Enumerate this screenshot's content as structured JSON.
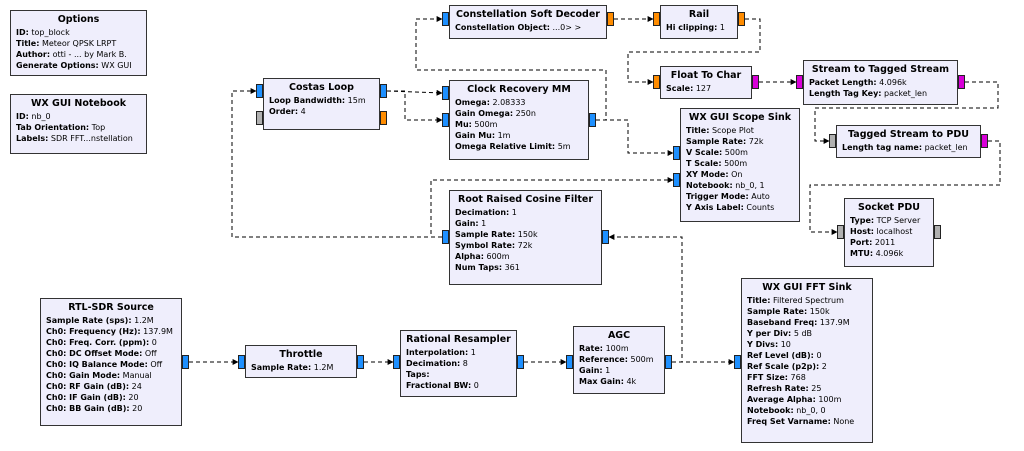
{
  "colors": {
    "block_fill": "#efeefc",
    "port_complex": "#1e90ff",
    "port_float": "#ff8c00",
    "port_byte": "#d800d8",
    "port_message": "#b0b0b0"
  },
  "blocks": {
    "options": {
      "title": "Options",
      "params": [
        {
          "k": "ID:",
          "v": "top_block"
        },
        {
          "k": "Title:",
          "v": "Meteor QPSK LRPT"
        },
        {
          "k": "Author:",
          "v": "otti - ... by Mark B."
        },
        {
          "k": "Generate Options:",
          "v": "WX GUI"
        }
      ]
    },
    "notebook": {
      "title": "WX GUI Notebook",
      "params": [
        {
          "k": "ID:",
          "v": "nb_0"
        },
        {
          "k": "Tab Orientation:",
          "v": "Top"
        },
        {
          "k": "Labels:",
          "v": "SDR FFT...nstellation"
        }
      ]
    },
    "costas": {
      "title": "Costas Loop",
      "params": [
        {
          "k": "Loop Bandwidth:",
          "v": "15m"
        },
        {
          "k": "Order:",
          "v": "4"
        }
      ]
    },
    "clock": {
      "title": "Clock Recovery MM",
      "params": [
        {
          "k": "Omega:",
          "v": "2.08333"
        },
        {
          "k": "Gain Omega:",
          "v": "250n"
        },
        {
          "k": "Mu:",
          "v": "500m"
        },
        {
          "k": "Gain Mu:",
          "v": "1m"
        },
        {
          "k": "Omega Relative Limit:",
          "v": "5m"
        }
      ]
    },
    "constellation": {
      "title": "Constellation Soft Decoder",
      "params": [
        {
          "k": "Constellation Object:",
          "v": "...0> >"
        }
      ]
    },
    "rail": {
      "title": "Rail",
      "params": [
        {
          "k": "Hi clipping:",
          "v": "1"
        }
      ]
    },
    "float_to_char": {
      "title": "Float To Char",
      "params": [
        {
          "k": "Scale:",
          "v": "127"
        }
      ]
    },
    "stream_to_tagged": {
      "title": "Stream to Tagged Stream",
      "params": [
        {
          "k": "Packet Length:",
          "v": "4.096k"
        },
        {
          "k": "Length Tag Key:",
          "v": "packet_len"
        }
      ]
    },
    "tagged_to_pdu": {
      "title": "Tagged Stream to PDU",
      "params": [
        {
          "k": "Length tag name:",
          "v": "packet_len"
        }
      ]
    },
    "socket_pdu": {
      "title": "Socket PDU",
      "params": [
        {
          "k": "Type:",
          "v": "TCP Server"
        },
        {
          "k": "Host:",
          "v": "localhost"
        },
        {
          "k": "Port:",
          "v": "2011"
        },
        {
          "k": "MTU:",
          "v": "4.096k"
        }
      ]
    },
    "scope": {
      "title": "WX GUI Scope Sink",
      "params": [
        {
          "k": "Title:",
          "v": "Scope Plot"
        },
        {
          "k": "Sample Rate:",
          "v": "72k"
        },
        {
          "k": "V Scale:",
          "v": "500m"
        },
        {
          "k": "T Scale:",
          "v": "500m"
        },
        {
          "k": "XY Mode:",
          "v": "On"
        },
        {
          "k": "Notebook:",
          "v": "nb_0, 1"
        },
        {
          "k": "Trigger Mode:",
          "v": "Auto"
        },
        {
          "k": "Y Axis Label:",
          "v": "Counts"
        }
      ]
    },
    "rrc": {
      "title": "Root Raised Cosine Filter",
      "params": [
        {
          "k": "Decimation:",
          "v": "1"
        },
        {
          "k": "Gain:",
          "v": "1"
        },
        {
          "k": "Sample Rate:",
          "v": "150k"
        },
        {
          "k": "Symbol Rate:",
          "v": "72k"
        },
        {
          "k": "Alpha:",
          "v": "600m"
        },
        {
          "k": "Num Taps:",
          "v": "361"
        }
      ]
    },
    "rtlsdr": {
      "title": "RTL-SDR Source",
      "params": [
        {
          "k": "Sample Rate (sps):",
          "v": "1.2M"
        },
        {
          "k": "Ch0: Frequency (Hz):",
          "v": "137.9M"
        },
        {
          "k": "Ch0: Freq. Corr. (ppm):",
          "v": "0"
        },
        {
          "k": "Ch0: DC Offset Mode:",
          "v": "Off"
        },
        {
          "k": "Ch0: IQ Balance Mode:",
          "v": "Off"
        },
        {
          "k": "Ch0: Gain Mode:",
          "v": "Manual"
        },
        {
          "k": "Ch0: RF Gain (dB):",
          "v": "24"
        },
        {
          "k": "Ch0: IF Gain (dB):",
          "v": "20"
        },
        {
          "k": "Ch0: BB Gain (dB):",
          "v": "20"
        }
      ]
    },
    "throttle": {
      "title": "Throttle",
      "params": [
        {
          "k": "Sample Rate:",
          "v": "1.2M"
        }
      ]
    },
    "resampler": {
      "title": "Rational Resampler",
      "params": [
        {
          "k": "Interpolation:",
          "v": "1"
        },
        {
          "k": "Decimation:",
          "v": "8"
        },
        {
          "k": "Taps:",
          "v": ""
        },
        {
          "k": "Fractional BW:",
          "v": "0"
        }
      ]
    },
    "agc": {
      "title": "AGC",
      "params": [
        {
          "k": "Rate:",
          "v": "100m"
        },
        {
          "k": "Reference:",
          "v": "500m"
        },
        {
          "k": "Gain:",
          "v": "1"
        },
        {
          "k": "Max Gain:",
          "v": "4k"
        }
      ]
    },
    "fft": {
      "title": "WX GUI FFT Sink",
      "params": [
        {
          "k": "Title:",
          "v": "Filtered Spectrum"
        },
        {
          "k": "Sample Rate:",
          "v": "150k"
        },
        {
          "k": "Baseband Freq:",
          "v": "137.9M"
        },
        {
          "k": "Y per Div:",
          "v": "5 dB"
        },
        {
          "k": "Y Divs:",
          "v": "10"
        },
        {
          "k": "Ref Level (dB):",
          "v": "0"
        },
        {
          "k": "Ref Scale (p2p):",
          "v": "2"
        },
        {
          "k": "FFT Size:",
          "v": "768"
        },
        {
          "k": "Refresh Rate:",
          "v": "25"
        },
        {
          "k": "Average Alpha:",
          "v": "100m"
        },
        {
          "k": "Notebook:",
          "v": "nb_0, 0"
        },
        {
          "k": "Freq Set Varname:",
          "v": "None"
        }
      ]
    }
  }
}
